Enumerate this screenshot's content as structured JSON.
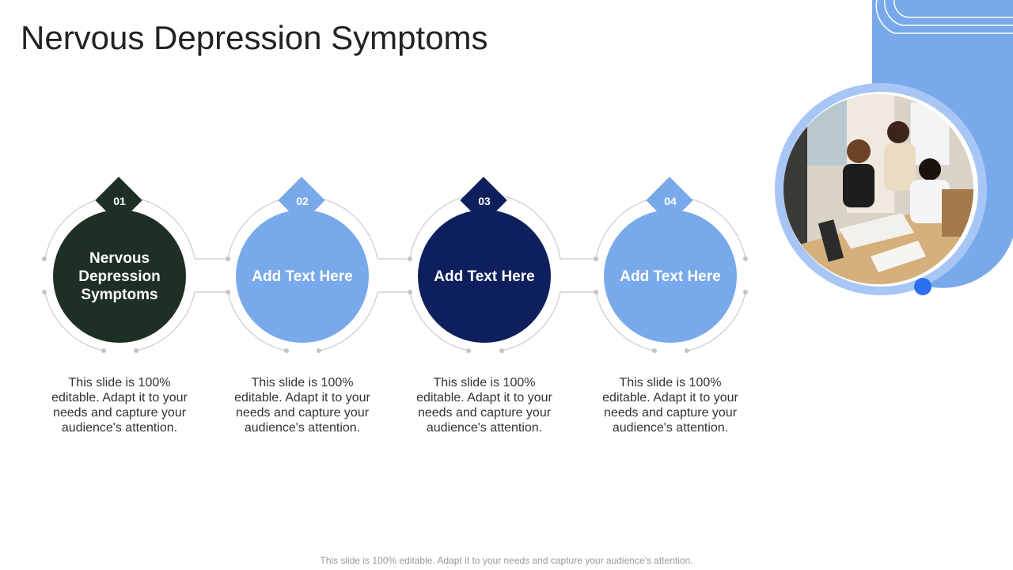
{
  "title": "Nervous Depression Symptoms",
  "steps": [
    {
      "number": "01",
      "label": "Nervous Depression Symptoms",
      "description": "This slide is 100% editable. Adapt it to your needs and capture your audience's attention.",
      "color": "#1e2f24"
    },
    {
      "number": "02",
      "label": "Add Text Here",
      "description": "This slide is 100% editable. Adapt it to your needs and capture your audience's attention.",
      "color": "#78a9ea"
    },
    {
      "number": "03",
      "label": "Add Text Here",
      "description": "This slide is 100% editable. Adapt it to your needs and capture your audience's attention.",
      "color": "#0d1f5c"
    },
    {
      "number": "04",
      "label": "Add Text Here",
      "description": "This slide is 100% editable. Adapt it to your needs and capture your audience's attention.",
      "color": "#78a9ea"
    }
  ],
  "footer": "This slide is 100% editable. Adapt it to your needs and capture your audience's attention.",
  "colors": {
    "accent_blue": "#78a9ea",
    "ring_blue": "#a8c6f5",
    "dot_blue": "#2a6ff0"
  }
}
